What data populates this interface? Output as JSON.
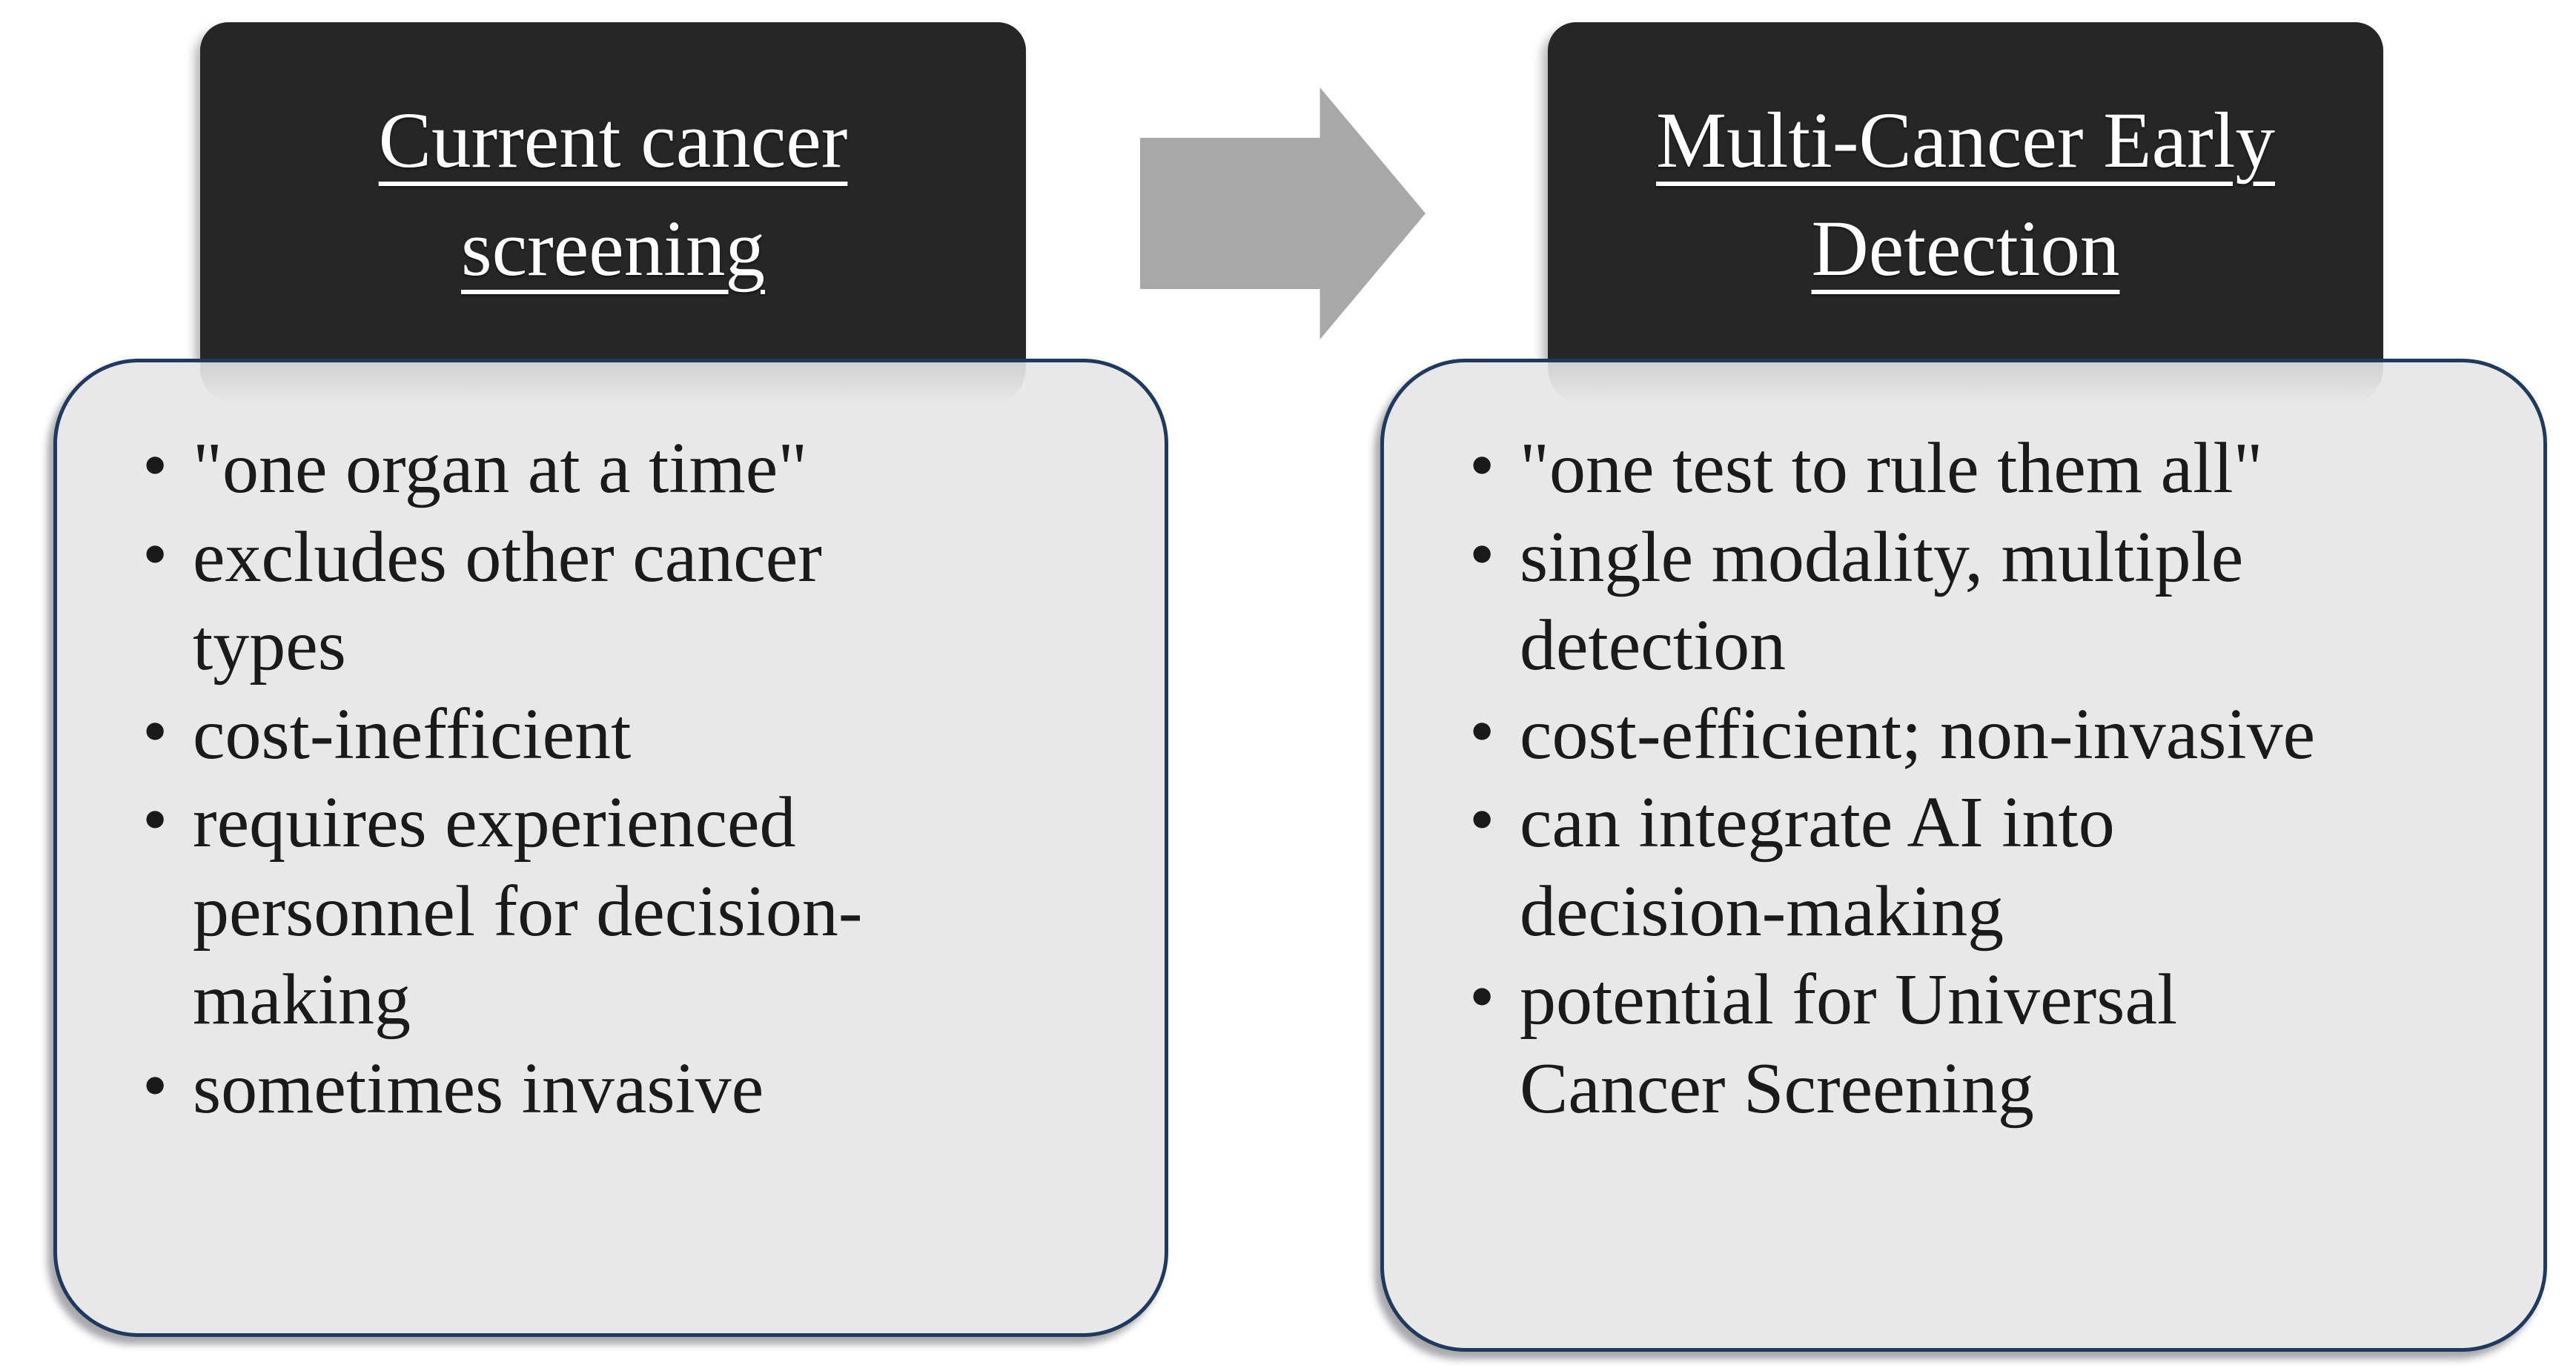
{
  "colors": {
    "page_bg": "#ffffff",
    "header_bg": "#262626",
    "header_text": "#ffffff",
    "card_bg": "#e8e8e8",
    "card_border": "#1f3a5e",
    "arrow_fill": "#a8a8a8",
    "body_text": "#1a1a1a"
  },
  "left_panel": {
    "title": "Current cancer\nscreening",
    "bullets": [
      [
        "\"one organ at a time\""
      ],
      [
        "excludes other cancer",
        "types"
      ],
      [
        "cost-inefficient"
      ],
      [
        "requires experienced",
        "personnel for decision-",
        "making"
      ],
      [
        "sometimes invasive"
      ]
    ]
  },
  "right_panel": {
    "title": "Multi-Cancer Early\nDetection",
    "bullets": [
      [
        "\"one test to rule them all\""
      ],
      [
        "single modality, multiple",
        "detection"
      ],
      [
        "cost-efficient; non-invasive"
      ],
      [
        "can integrate AI into",
        "decision-making"
      ],
      [
        "potential for Universal",
        "Cancer Screening"
      ]
    ]
  },
  "arrow": {
    "icon": "right-arrow"
  }
}
